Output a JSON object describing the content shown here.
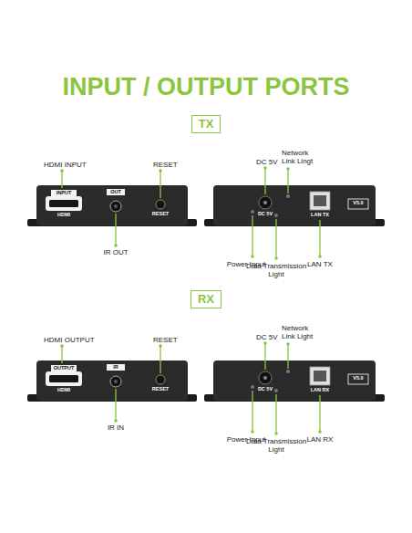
{
  "diagram": {
    "title": "INPUT / OUTPUT PORTS",
    "nodes": [
      {
        "text": [
          "TX"
        ]
      },
      {
        "text": [
          "RX"
        ]
      }
    ],
    "labels": [
      "HDMI INPUT",
      "RESET",
      "IR OUT",
      "DC 5V",
      "Network Link Lingt",
      "Power Input",
      "Data Transmission Light",
      "LAN TX",
      "INPUT",
      "HDMI",
      "OUT",
      "RESET",
      "DC 5V",
      "LAN TX",
      "V5.0",
      "HDMI OUTPUT",
      "RESET",
      "IR IN",
      "DC 5V",
      "Network Link Light",
      "Power Input",
      "Data Transmission Light",
      "LAN RX",
      "OUTPUT",
      "HDMI",
      "IR",
      "RESET",
      "DC 5V",
      "LAN RX",
      "V5.0"
    ]
  }
}
